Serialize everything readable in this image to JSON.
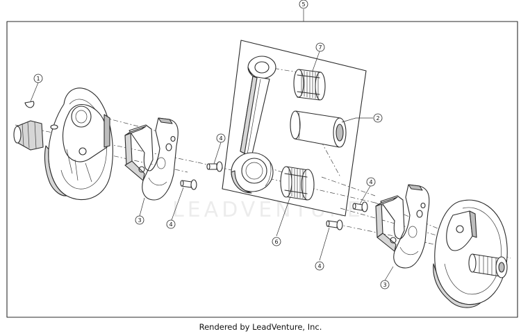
{
  "callouts": [
    "1",
    "2",
    "3",
    "3",
    "4",
    "4",
    "4",
    "4",
    "5",
    "6",
    "7"
  ],
  "watermark": "LEADVENTURE",
  "footer_text": "Rendered by LeadVenture, Inc."
}
